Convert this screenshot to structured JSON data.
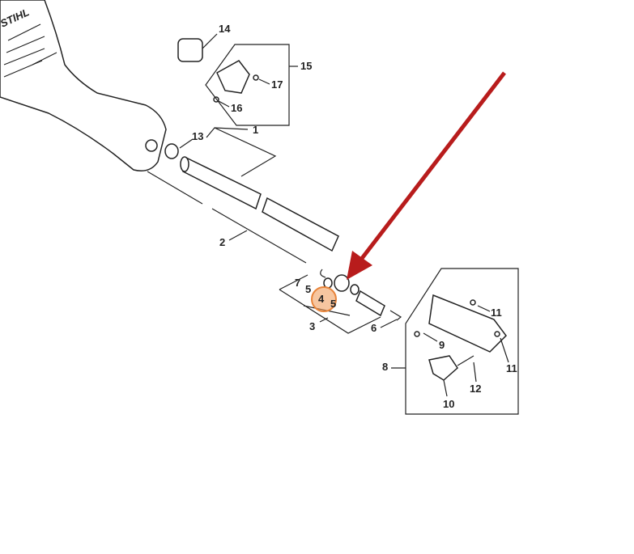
{
  "diagram": {
    "brand_logo_text": "STIHL",
    "highlight_color": "#f0a060",
    "arrow_color": "#b81c1c",
    "callouts": [
      "1",
      "2",
      "3",
      "4",
      "5",
      "5",
      "6",
      "7",
      "8",
      "9",
      "10",
      "11",
      "11",
      "12",
      "13",
      "14",
      "15",
      "16",
      "17"
    ],
    "highlighted_part": "4"
  }
}
